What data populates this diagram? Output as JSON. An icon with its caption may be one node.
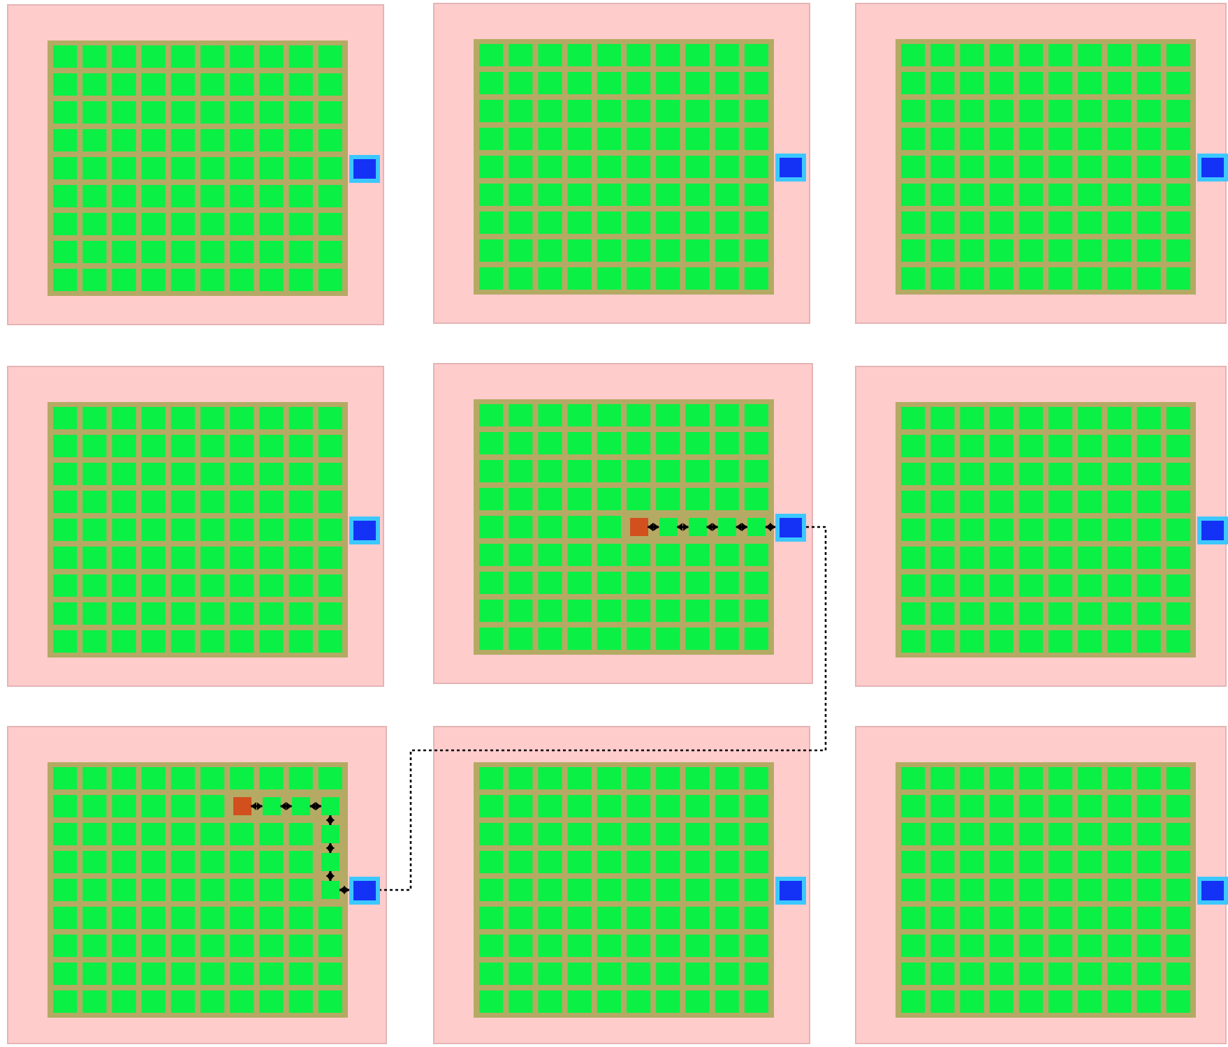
{
  "diagram": {
    "nodes": [
      {
        "text": [],
        "shape": "box"
      },
      {
        "text": [],
        "shape": "box",
        "in": 0
      },
      {
        "text": [],
        "shape": "box"
      },
      {
        "text": [],
        "shape": "box",
        "in": 2
      },
      {
        "text": [],
        "shape": "box"
      },
      {
        "text": [],
        "shape": "box",
        "in": 4
      },
      {
        "text": [],
        "shape": "box"
      },
      {
        "text": [],
        "shape": "box",
        "in": 6
      },
      {
        "text": [],
        "shape": "box"
      },
      {
        "text": [],
        "shape": "box",
        "in": 8
      },
      {
        "text": [],
        "shape": "box",
        "in": 8
      },
      {
        "text": [],
        "shape": "box",
        "in": 8
      },
      {
        "text": [],
        "shape": "box",
        "in": 8
      },
      {
        "text": [],
        "shape": "box",
        "in": 8
      },
      {
        "text": [],
        "shape": "box",
        "in": 8
      },
      {
        "text": [],
        "shape": "box"
      },
      {
        "text": [],
        "shape": "box",
        "in": 15
      },
      {
        "text": [],
        "shape": "box"
      },
      {
        "text": [],
        "shape": "box",
        "in": 17
      },
      {
        "text": [],
        "shape": "box",
        "in": 17
      },
      {
        "text": [],
        "shape": "box",
        "in": 17
      },
      {
        "text": [],
        "shape": "box",
        "in": 17
      },
      {
        "text": [],
        "shape": "box",
        "in": 17
      },
      {
        "text": [],
        "shape": "box",
        "in": 17
      },
      {
        "text": [],
        "shape": "box",
        "in": 17
      },
      {
        "text": [],
        "shape": "box",
        "in": 17
      },
      {
        "text": [],
        "shape": "box"
      },
      {
        "text": [],
        "shape": "box",
        "in": 26
      },
      {
        "text": [],
        "shape": "box"
      },
      {
        "text": [],
        "shape": "box",
        "in": 28
      }
    ],
    "edges": [
      {
        "from": 9,
        "to": 10,
        "arrow": "both"
      },
      {
        "from": 10,
        "to": 11,
        "arrow": "both"
      },
      {
        "from": 11,
        "to": 12,
        "arrow": "both"
      },
      {
        "from": 12,
        "to": 13,
        "arrow": "both"
      },
      {
        "from": 13,
        "to": 14,
        "arrow": "both"
      },
      {
        "from": 18,
        "to": 19,
        "arrow": "both"
      },
      {
        "from": 19,
        "to": 20,
        "arrow": "both"
      },
      {
        "from": 20,
        "to": 21,
        "arrow": "both"
      },
      {
        "from": 21,
        "to": 22,
        "arrow": "both"
      },
      {
        "from": 22,
        "to": 23,
        "arrow": "both"
      },
      {
        "from": 23,
        "to": 24,
        "arrow": "both"
      },
      {
        "from": 24,
        "to": 25,
        "arrow": "both"
      },
      {
        "from": 14,
        "to": 25,
        "arrow": "none",
        "style": "dashed"
      }
    ]
  }
}
